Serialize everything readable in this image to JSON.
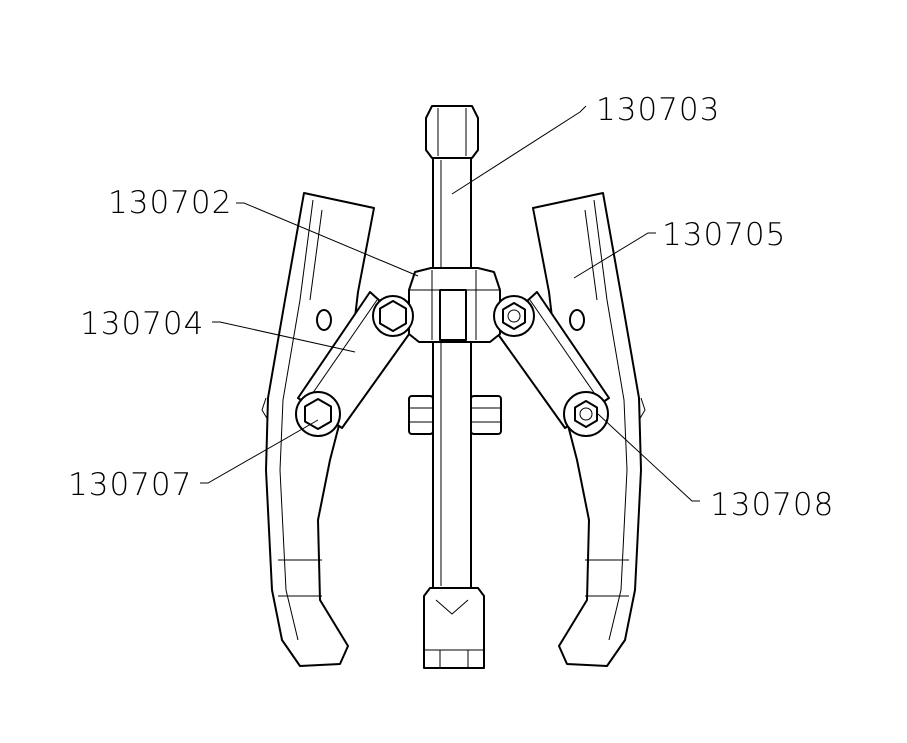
{
  "parts": [
    {
      "id": "130703",
      "label": "130703"
    },
    {
      "id": "130702",
      "label": "130702"
    },
    {
      "id": "130705",
      "label": "130705"
    },
    {
      "id": "130704",
      "label": "130704"
    },
    {
      "id": "130707",
      "label": "130707"
    },
    {
      "id": "130708",
      "label": "130708"
    }
  ],
  "colors": {
    "ink": "#000000",
    "background": "#ffffff"
  }
}
